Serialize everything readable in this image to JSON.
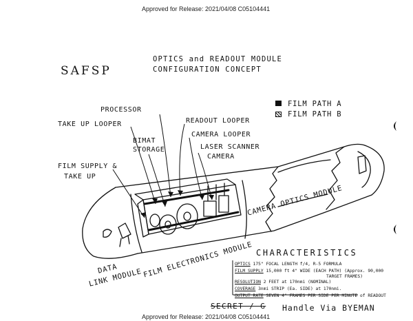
{
  "release": {
    "top": "Approved for Release: 2021/04/08 C05104441",
    "bottom": "Approved for Release: 2021/04/08 C05104441"
  },
  "header": {
    "agency": "SAFSP",
    "title_line1": "OPTICS and READOUT MODULE",
    "title_line2": "CONFIGURATION CONCEPT"
  },
  "legend": [
    {
      "label": "FILM PATH A",
      "swatch": "filled"
    },
    {
      "label": "FILM PATH B",
      "swatch": "hatched"
    }
  ],
  "callouts": {
    "processor": "PROCESSOR",
    "readout_looper": "READOUT LOOPER",
    "take_up_looper": "TAKE UP LOOPER",
    "camera_looper": "CAMERA LOOPER",
    "bimat_storage_1": "BIMAT",
    "bimat_storage_2": "STORAGE",
    "laser_scanner_1": "LASER SCANNER",
    "laser_scanner_2": "CAMERA",
    "film_supply_1": "FILM SUPPLY &",
    "film_supply_2": "TAKE UP"
  },
  "modules": {
    "camera_optics": "CAMERA OPTICS MODULE",
    "film_electronics": "FILM ELECTRONICS MODULE",
    "data_link_1": "DATA",
    "data_link_2": "LINK MODULE"
  },
  "characteristics": {
    "heading": "CHARACTERISTICS",
    "rows": [
      {
        "key": "OPTICS",
        "value": "175\" FOCAL LENGTH f/4, R-5 FORMULA"
      },
      {
        "key": "FILM SUPPLY",
        "value": "15,000 ft 4\" WIDE (EACH PATH) (Approx. 90,000"
      },
      {
        "key": "",
        "value": "TARGET FRAMES)"
      },
      {
        "key": "RESOLUTION",
        "value": "2 FEET at 170nmi (NOMINAL)"
      },
      {
        "key": "COVERAGE",
        "value": "3nmi STRIP (Ea. SIDE) at 170nmi."
      },
      {
        "key": "OUTPUT RATE",
        "value": "SEVEN 4\" FRAMES PER SIDE PER MINUTE of READOUT"
      }
    ]
  },
  "footer": {
    "classification": "SECRET / G",
    "handling": "Handle Via BYEMAN"
  },
  "colors": {
    "ink": "#111111",
    "paper": "#ffffff"
  }
}
